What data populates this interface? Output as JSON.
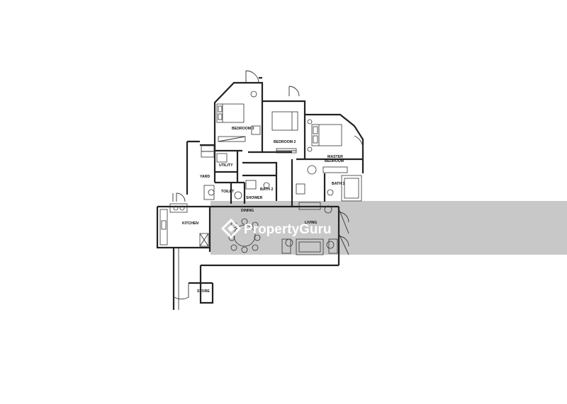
{
  "rooms": {
    "bedroom3": "BEDROOM 3",
    "bedroom2": "BEDROOM 2",
    "master_line1": "MASTER",
    "master_line2": "BEDROOM",
    "utility": "UTILITY",
    "yard": "YARD",
    "toilet": "TOILET",
    "shower": "SHOWER",
    "bath2": "BATH 2",
    "bath1": "BATH 1",
    "dining": "DINING",
    "living": "LIVING",
    "kitchen": "KITCHEN",
    "store": "STORE"
  },
  "watermark": {
    "text": "PropertyGuru",
    "band_color": "#c8c8c8",
    "logo": "propertyguru-logo-icon"
  }
}
